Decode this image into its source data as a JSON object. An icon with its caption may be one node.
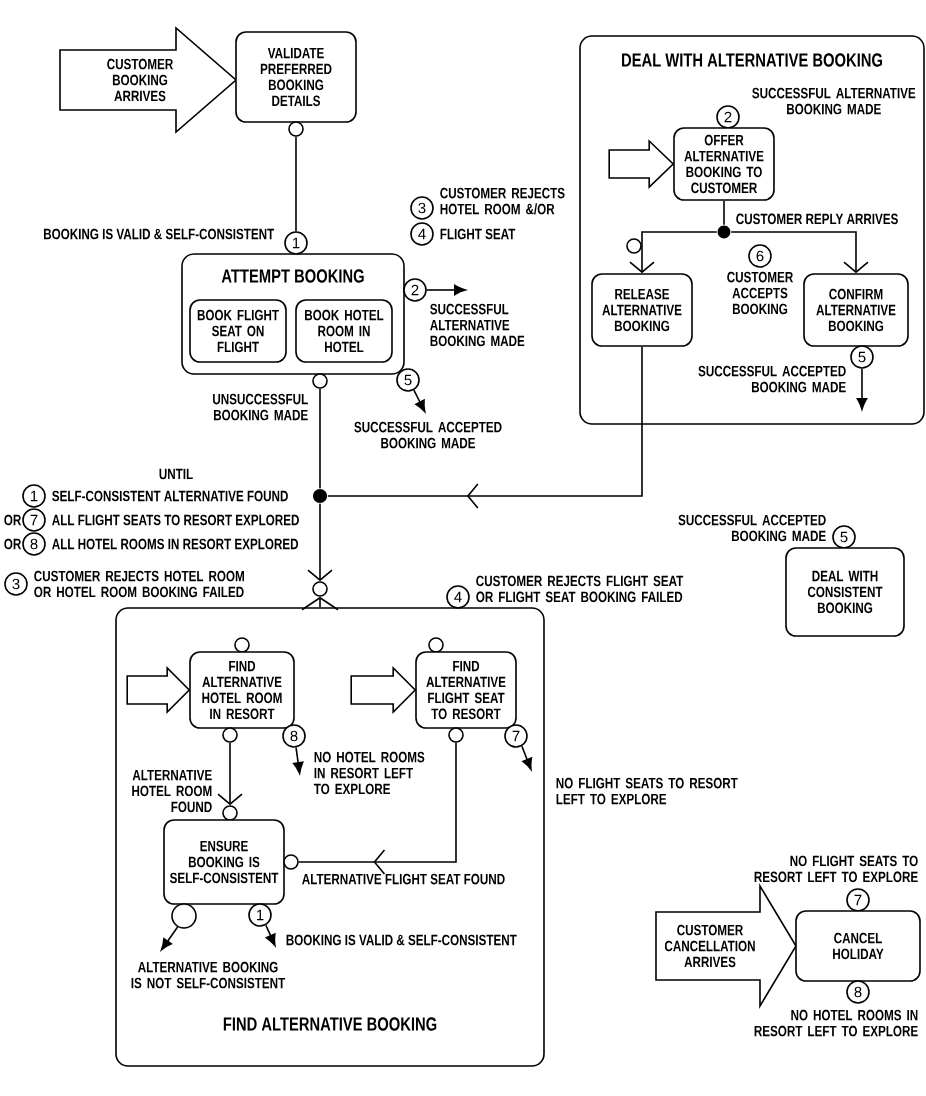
{
  "diagram": {
    "nodes": [
      {
        "text": [
          "CUSTOMER BOOKING ARRIVES"
        ]
      },
      {
        "text": [
          "VALIDATE PREFERRED BOOKING DETAILS"
        ]
      },
      {
        "text": [],
        "shape": "circle"
      },
      {
        "text": [
          "ATTEMPT BOOKING"
        ]
      },
      {
        "text": [
          "BOOK FLIGHT SEAT ON FLIGHT"
        ],
        "in": 3
      },
      {
        "text": [
          "BOOK HOTEL ROOM IN HOTEL"
        ],
        "in": 3
      },
      {
        "text": [
          "1"
        ],
        "beside": [
          "BOOKING IS VALID & SELF-CONSISTENT"
        ]
      },
      {
        "text": [
          "2"
        ],
        "beside": [
          "SUCCESSFUL ALTERNATIVE BOOKING MADE"
        ]
      },
      {
        "text": [
          "5"
        ],
        "beside": [
          "SUCCESSFUL ACCEPTED BOOKING MADE"
        ]
      },
      {
        "text": [],
        "shape": "circle",
        "beside": [
          "UNSUCCESSFUL BOOKING MADE"
        ]
      },
      {
        "text": [
          "DEAL WITH ALTERNATIVE BOOKING"
        ]
      },
      {
        "text": [
          "2"
        ],
        "in": 10,
        "beside": [
          "SUCCESSFUL ALTERNATIVE BOOKING MADE"
        ]
      },
      {
        "text": [
          "OFFER ALTERNATIVE BOOKING TO CUSTOMER"
        ],
        "in": 10
      },
      {
        "text": [],
        "shape": "dot",
        "in": 10,
        "beside": [
          "CUSTOMER REPLY ARRIVES"
        ]
      },
      {
        "text": [
          "3"
        ],
        "beside": [
          "CUSTOMER REJECTS HOTEL ROOM &/OR"
        ]
      },
      {
        "text": [
          "4"
        ],
        "beside": [
          "FLIGHT SEAT"
        ]
      },
      {
        "text": [],
        "shape": "circle",
        "in": 10
      },
      {
        "text": [
          "RELEASE ALTERNATIVE BOOKING"
        ],
        "in": 10
      },
      {
        "text": [
          "6"
        ],
        "in": 10,
        "beside": [
          "CUSTOMER ACCEPTS BOOKING"
        ]
      },
      {
        "text": [
          "CONFIRM ALTERNATIVE BOOKING"
        ],
        "in": 10
      },
      {
        "text": [
          "5"
        ],
        "in": 10,
        "beside": [
          "SUCCESSFUL ACCEPTED BOOKING MADE"
        ]
      },
      {
        "text": [],
        "shape": "dot"
      },
      {
        "text": [
          "1"
        ],
        "beside": [
          "SELF-CONSISTENT ALTERNATIVE FOUND"
        ]
      },
      {
        "text": [
          "7"
        ],
        "beside": [
          "ALL FLIGHT SEATS TO RESORT EXPLORED"
        ]
      },
      {
        "text": [
          "8"
        ],
        "beside": [
          "ALL HOTEL ROOMS IN RESORT EXPLORED"
        ]
      },
      {
        "text": [],
        "shape": "circle"
      },
      {
        "text": [
          "3"
        ],
        "beside": [
          "CUSTOMER REJECTS HOTEL ROOM OR HOTEL ROOM BOOKING FAILED"
        ]
      },
      {
        "text": [
          "4"
        ],
        "beside": [
          "CUSTOMER REJECTS FLIGHT SEAT OR FLIGHT SEAT BOOKING FAILED"
        ]
      },
      {
        "text": [
          "FIND ALTERNATIVE BOOKING"
        ]
      },
      {
        "text": [],
        "shape": "circle",
        "in": 28
      },
      {
        "text": [
          "FIND ALTERNATIVE HOTEL ROOM IN RESORT"
        ],
        "in": 28
      },
      {
        "text": [
          "8"
        ],
        "in": 28,
        "beside": [
          "NO HOTEL ROOMS IN RESORT LEFT TO EXPLORE"
        ]
      },
      {
        "text": [],
        "shape": "circle",
        "in": 28
      },
      {
        "text": [],
        "shape": "circle",
        "in": 28
      },
      {
        "text": [
          "FIND ALTERNATIVE FLIGHT SEAT TO RESORT"
        ],
        "in": 28
      },
      {
        "text": [
          "7"
        ],
        "in": 28,
        "beside": [
          "NO FLIGHT SEATS TO RESORT LEFT TO EXPLORE"
        ]
      },
      {
        "text": [],
        "shape": "circle",
        "in": 28
      },
      {
        "text": [],
        "shape": "circle",
        "in": 28,
        "beside": [
          "ALTERNATIVE HOTEL ROOM FOUND"
        ]
      },
      {
        "text": [
          "ENSURE BOOKING IS SELF-CONSISTENT"
        ],
        "in": 28
      },
      {
        "text": [],
        "shape": "circle",
        "in": 28,
        "beside": [
          "ALTERNATIVE FLIGHT SEAT FOUND"
        ]
      },
      {
        "text": [],
        "shape": "circle",
        "in": 28,
        "beside": [
          "ALTERNATIVE BOOKING IS NOT SELF-CONSISTENT"
        ]
      },
      {
        "text": [
          "1"
        ],
        "in": 28,
        "beside": [
          "BOOKING IS VALID & SELF-CONSISTENT"
        ]
      },
      {
        "text": [
          "5"
        ],
        "beside": [
          "SUCCESSFUL ACCEPTED BOOKING MADE"
        ]
      },
      {
        "text": [
          "DEAL WITH CONSISTENT BOOKING"
        ]
      },
      {
        "text": [
          "7"
        ],
        "beside": [
          "NO FLIGHT SEATS TO RESORT LEFT TO EXPLORE"
        ]
      },
      {
        "text": [
          "CUSTOMER CANCELLATION ARRIVES"
        ]
      },
      {
        "text": [
          "CANCEL HOLIDAY"
        ]
      },
      {
        "text": [
          "8"
        ],
        "beside": [
          "NO HOTEL ROOMS IN RESORT LEFT TO EXPLORE"
        ]
      }
    ],
    "edges": [
      {
        "from": 2,
        "to": 6,
        "arrow": "none"
      },
      {
        "from": 7,
        "to": null,
        "arrow": "to"
      },
      {
        "from": 8,
        "to": null,
        "arrow": "to"
      },
      {
        "from": 9,
        "to": 21,
        "arrow": "none"
      },
      {
        "from": 12,
        "to": 13,
        "arrow": "none"
      },
      {
        "from": 13,
        "to": 17,
        "arrow": "to"
      },
      {
        "from": 13,
        "to": 19,
        "arrow": "to"
      },
      {
        "from": 20,
        "to": null,
        "arrow": "to"
      },
      {
        "from": 17,
        "to": 21,
        "arrow": "to"
      },
      {
        "from": 21,
        "to": 25,
        "arrow": "to"
      },
      {
        "from": 28,
        "to": 25,
        "arrow": "to"
      },
      {
        "from": 31,
        "to": null,
        "arrow": "to"
      },
      {
        "from": 32,
        "to": 37,
        "arrow": "to"
      },
      {
        "from": 35,
        "to": null,
        "arrow": "to"
      },
      {
        "from": 36,
        "to": 39,
        "arrow": "to"
      },
      {
        "from": 40,
        "to": null,
        "arrow": "to"
      },
      {
        "from": 41,
        "to": null,
        "arrow": "to"
      },
      {
        "from": null,
        "to": 12,
        "arrow": "to"
      },
      {
        "from": null,
        "to": 30,
        "arrow": "to"
      },
      {
        "from": null,
        "to": 34,
        "arrow": "to"
      }
    ],
    "labels": [
      "UNTIL",
      "OR",
      "OR"
    ]
  }
}
